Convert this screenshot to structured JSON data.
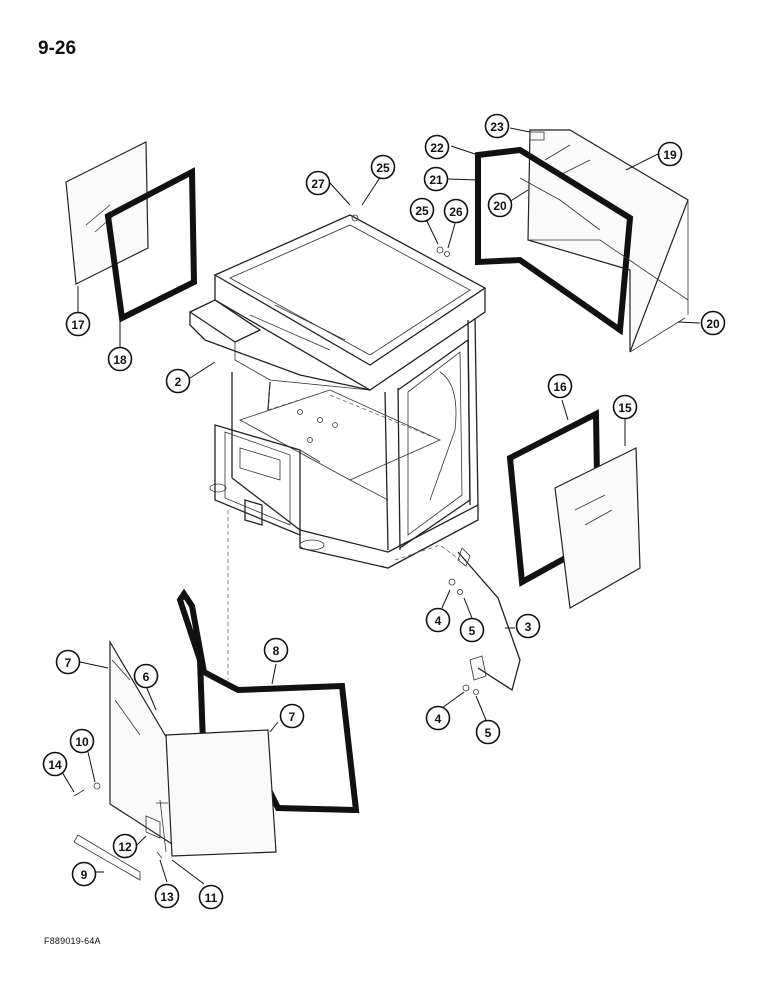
{
  "page": {
    "number": "9-26"
  },
  "figure": {
    "code": "F889019-64A"
  },
  "callouts": [
    {
      "id": "c27",
      "label": "27"
    },
    {
      "id": "c25a",
      "label": "25"
    },
    {
      "id": "c25b",
      "label": "25"
    },
    {
      "id": "c26",
      "label": "26"
    },
    {
      "id": "c23",
      "label": "23"
    },
    {
      "id": "c22",
      "label": "22"
    },
    {
      "id": "c21",
      "label": "21"
    },
    {
      "id": "c19",
      "label": "19"
    },
    {
      "id": "c20a",
      "label": "20"
    },
    {
      "id": "c20b",
      "label": "20"
    },
    {
      "id": "c17",
      "label": "17"
    },
    {
      "id": "c18",
      "label": "18"
    },
    {
      "id": "c2",
      "label": "2"
    },
    {
      "id": "c16",
      "label": "16"
    },
    {
      "id": "c15",
      "label": "15"
    },
    {
      "id": "c4a",
      "label": "4"
    },
    {
      "id": "c5a",
      "label": "5"
    },
    {
      "id": "c3",
      "label": "3"
    },
    {
      "id": "c4b",
      "label": "4"
    },
    {
      "id": "c5b",
      "label": "5"
    },
    {
      "id": "c7a",
      "label": "7"
    },
    {
      "id": "c6",
      "label": "6"
    },
    {
      "id": "c8",
      "label": "8"
    },
    {
      "id": "c7b",
      "label": "7"
    },
    {
      "id": "c10",
      "label": "10"
    },
    {
      "id": "c14",
      "label": "14"
    },
    {
      "id": "c12",
      "label": "12"
    },
    {
      "id": "c9",
      "label": "9"
    },
    {
      "id": "c13",
      "label": "13"
    },
    {
      "id": "c11",
      "label": "11"
    }
  ]
}
